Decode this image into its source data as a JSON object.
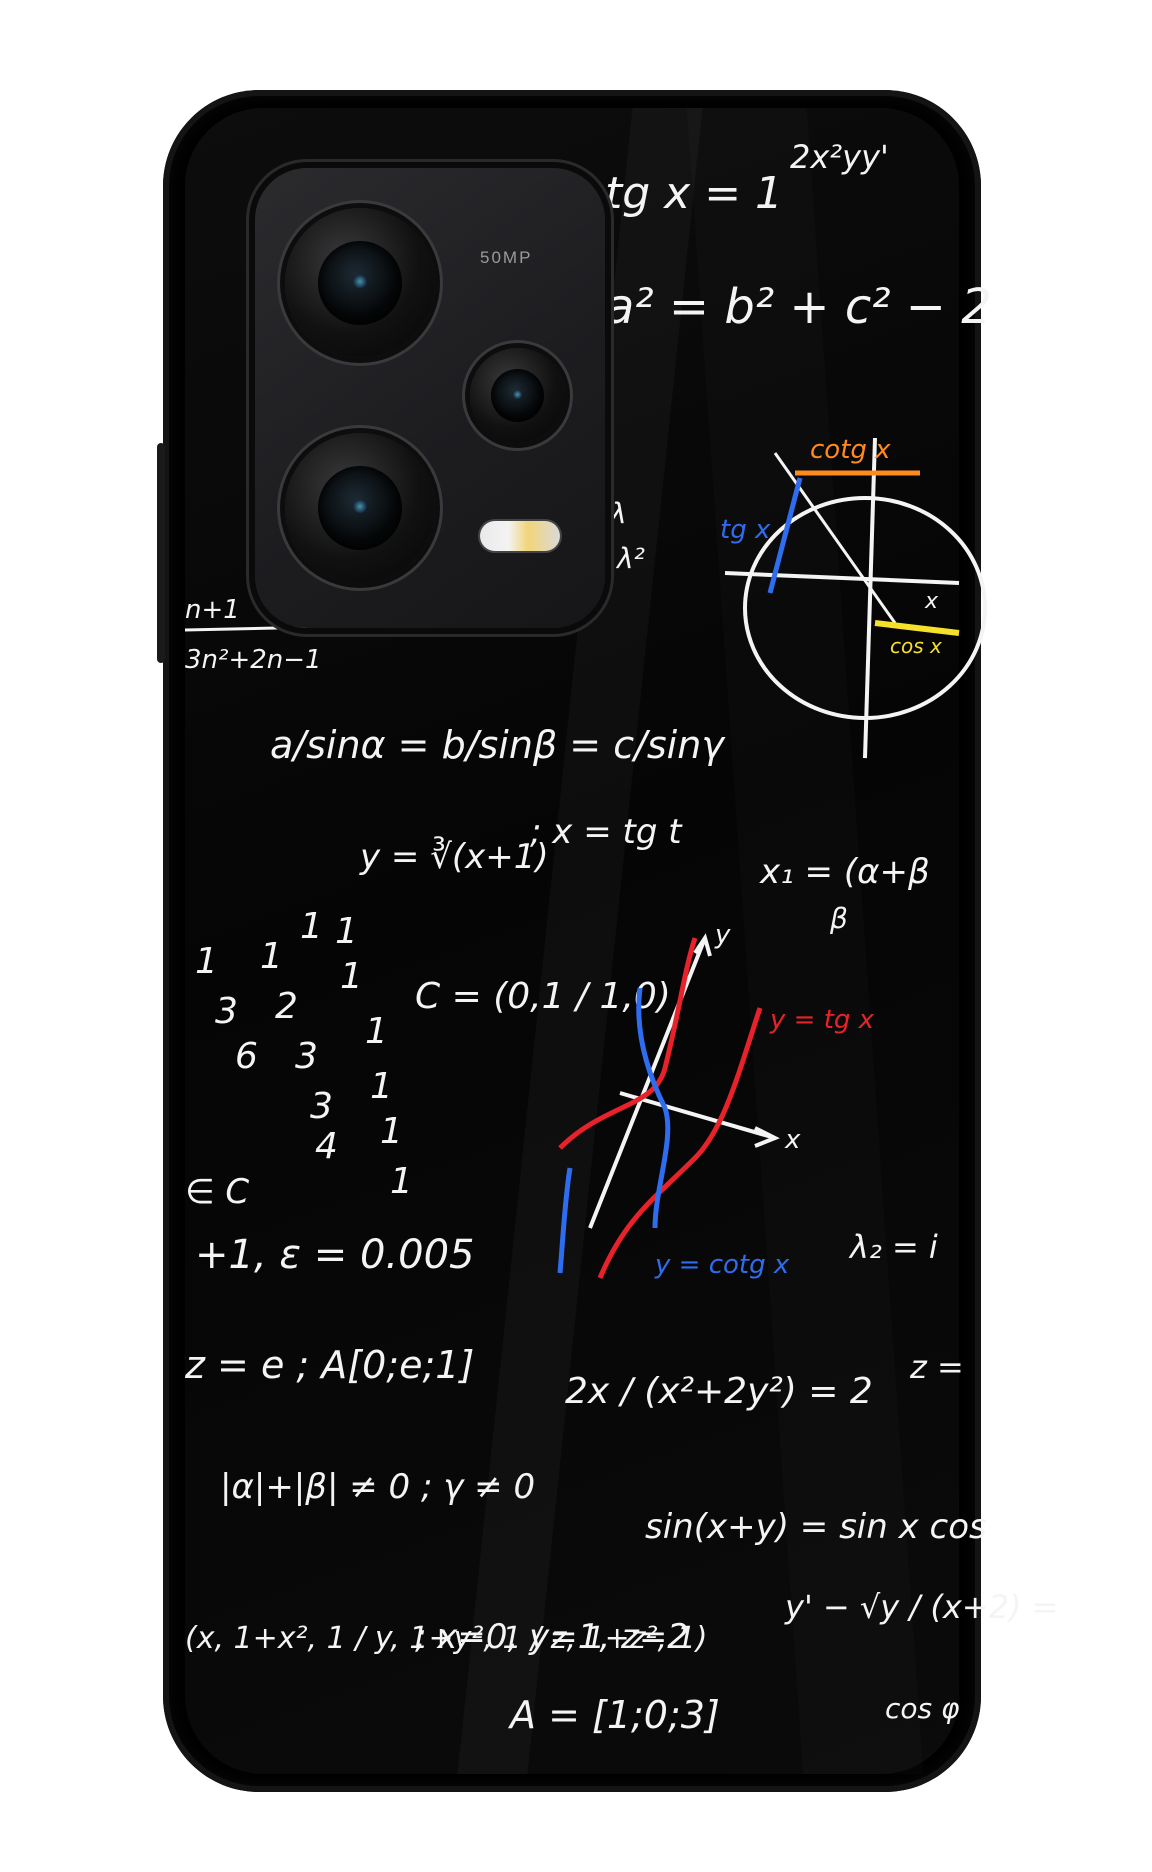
{
  "image": {
    "subject": "phone-case",
    "background": "#ffffff",
    "case_color": "#000000"
  },
  "camera": {
    "megapixel_label": "50MP"
  },
  "formulas": {
    "f_tg": "tg x = 1",
    "f_2x2": "2x²yy'",
    "f_pyth": "a² = b² + c² − 2",
    "f_lambda": "λ",
    "f_lambda2": "λ²",
    "f_frac_left1": "n+1",
    "f_frac_left2": "3n²+2n−1",
    "f_sine_law": "a/sinα = b/sinβ = c/sinγ",
    "f_cuberoot": "y = ∛(x+1)",
    "f_xtgt": "; x = tg t",
    "f_matrix_c": "C = (0,1 / 1,0)",
    "f_x1": "x₁ = (α+β",
    "f_beta": "β",
    "f_in_c": "∈ C",
    "f_eps": "+1, ε = 0.005",
    "f_l2": "λ₂ = i",
    "f_z_e": "z = e ; A[0;e;1]",
    "f_frac2": "2x / (x²+2y²) = 2",
    "f_z": "z =",
    "f_alpha_beta": "|α|+|β| ≠ 0 ; γ ≠ 0",
    "f_sin_sum": "sin(x+y) = sin x cos",
    "f_y_prime": "y' − √y / (x+2) =",
    "f_matrix3": "(x, 1+x², 1 / y, 1+y², 1 / z, 1+z², 1)",
    "f_xyz": "; x=0, y=1, z=2",
    "f_a_vec": "A = [1;0;3]",
    "f_cos": "cos φ",
    "f_sum_left": "1"
  },
  "diagrams": {
    "circle_labels": {
      "cotg": "cotg x",
      "tg": "tg x",
      "cos": "cos x",
      "x": "x"
    },
    "graph_labels": {
      "y_axis": "y",
      "x_axis": "x",
      "red_curve": "y = tg x",
      "blue_curve": "y = cotg x"
    },
    "colors": {
      "chalk": "#f4f4f4",
      "orange": "#ff8a1e",
      "blue": "#2f6df0",
      "yellow": "#f5e12a",
      "red": "#e8222a"
    }
  },
  "number_pyramid": [
    "1",
    "1",
    "1",
    "1",
    "2",
    "1",
    "3",
    "3",
    "1",
    "6",
    "3",
    "1",
    "4",
    "1",
    "1"
  ]
}
